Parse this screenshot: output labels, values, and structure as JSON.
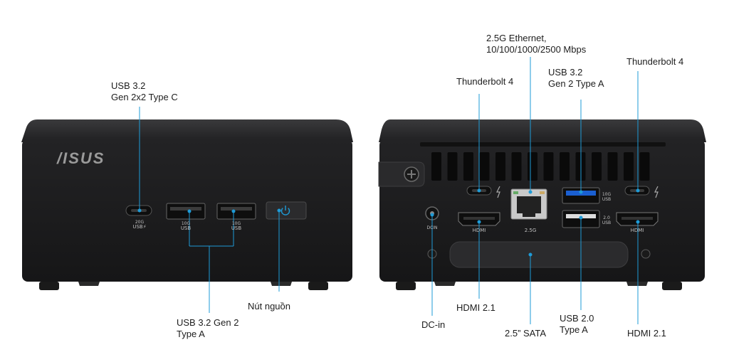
{
  "front": {
    "brand": "/ISUS",
    "callouts": {
      "usb_c": [
        "USB 3.2",
        "Gen 2x2 Type C"
      ],
      "usb_a": [
        "USB 3.2 Gen 2",
        "Type A"
      ],
      "power": "Nút nguồn"
    },
    "port_marks": {
      "usb_c": [
        "20G",
        "USB⚡"
      ],
      "usb_a1": [
        "10G",
        "USB"
      ],
      "usb_a2": [
        "10G",
        "USB"
      ]
    }
  },
  "back": {
    "callouts": {
      "ethernet": [
        "2.5G Ethernet,",
        "10/100/1000/2500 Mbps"
      ],
      "thunderbolt_left": "Thunderbolt 4",
      "usb32": [
        "USB 3.2",
        "Gen 2 Type A"
      ],
      "thunderbolt_right": "Thunderbolt 4",
      "hdmi_left": "HDMI 2.1",
      "dc_in": "DC-in",
      "sata": "2.5” SATA",
      "usb20": [
        "USB 2.0",
        "Type A"
      ],
      "hdmi_right": "HDMI 2.1"
    },
    "port_marks": {
      "hdmi_left": "HDMI",
      "ethernet": "2.5G",
      "hdmi_right": "HDMI",
      "usb_top": [
        "10G",
        "USB"
      ],
      "usb_bottom": [
        "2.0",
        "USB"
      ],
      "dc": "DCIN"
    }
  },
  "colors": {
    "chassis": "#1c1c1e",
    "chassis_top": "#2a2a2c",
    "callout_line": "#1e9bd7",
    "usb3_blue": "#1a5fd1",
    "text": "#1d1d1d"
  }
}
